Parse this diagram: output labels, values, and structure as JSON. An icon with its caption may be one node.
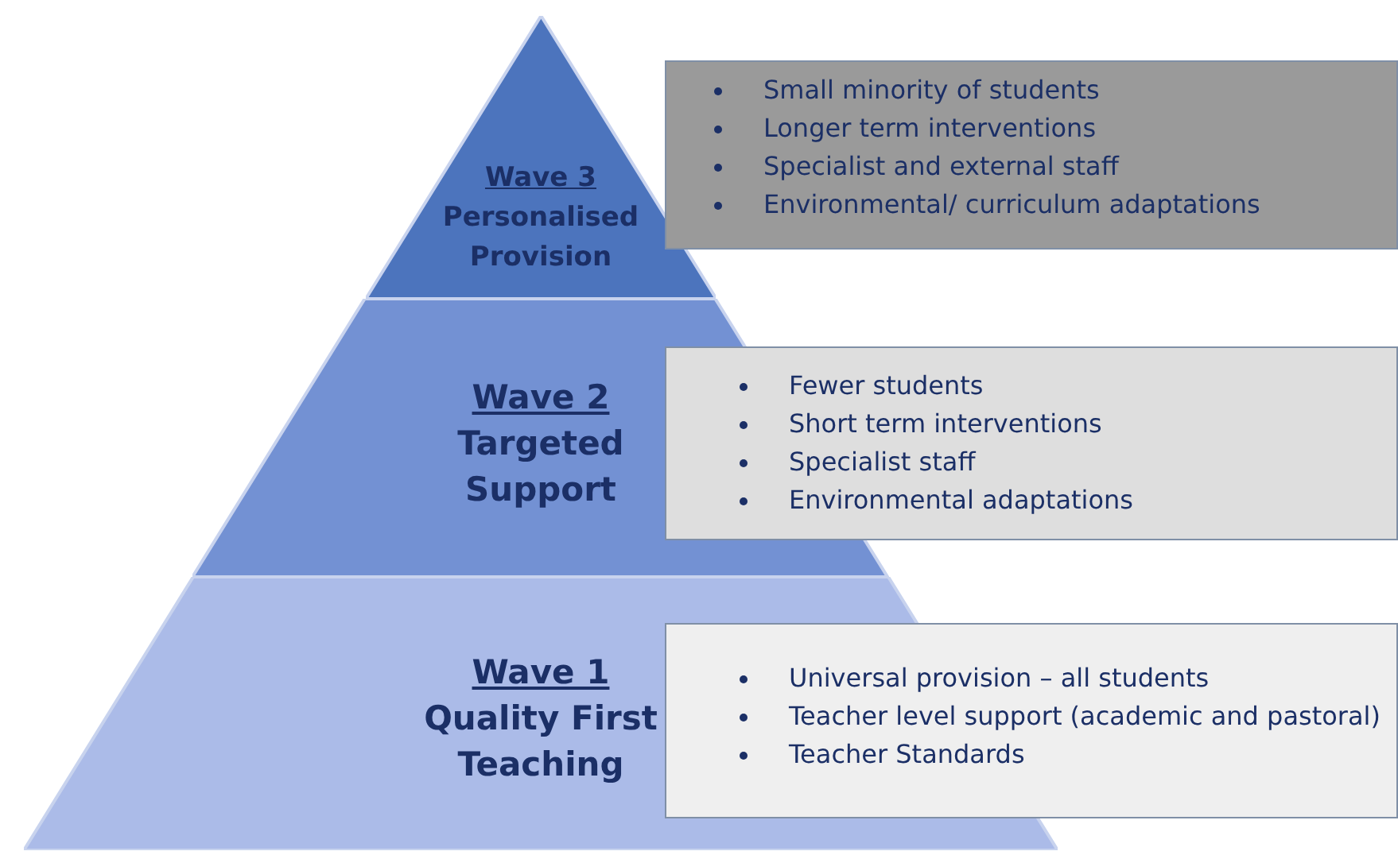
{
  "diagram": {
    "nodes": [
      {
        "text": [
          "Wave 3",
          "Personalised Provision"
        ]
      },
      {
        "text": [
          "Small minority of students",
          "Longer term interventions",
          "Specialist and external staff",
          "Environmental/ curriculum adaptations"
        ]
      },
      {
        "text": [
          "Wave 2",
          "Targeted Support"
        ]
      },
      {
        "text": [
          "Fewer students",
          "Short term interventions",
          "Specialist staff",
          "Environmental adaptations"
        ]
      },
      {
        "text": [
          "Wave 1",
          "Quality First Teaching"
        ]
      },
      {
        "text": [
          "Universal provision – all students",
          "Teacher level support (academic and pastoral)",
          "Teacher Standards"
        ]
      }
    ]
  }
}
